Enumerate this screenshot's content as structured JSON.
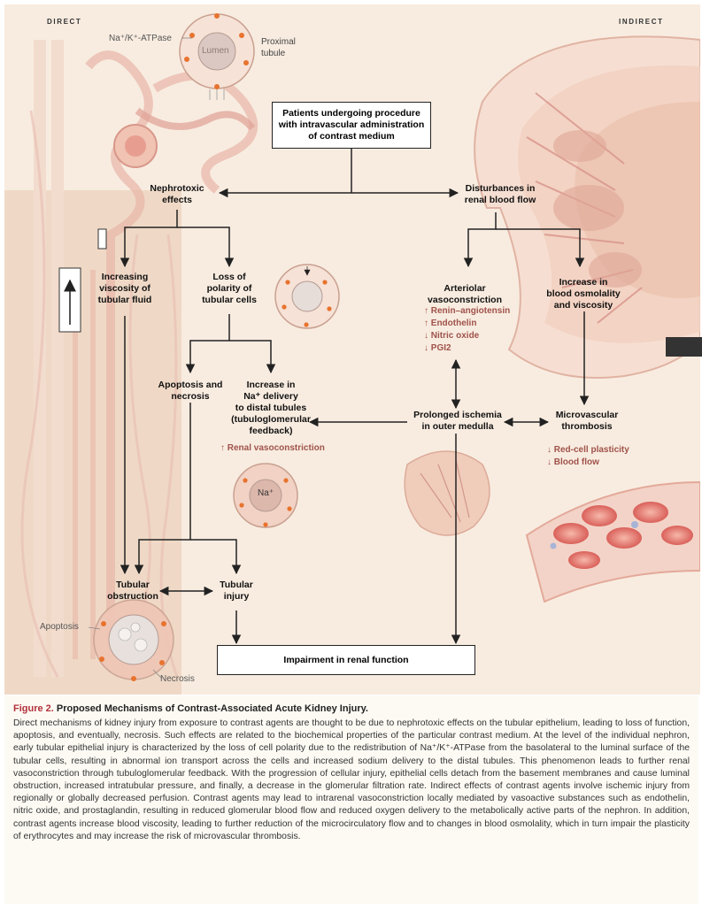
{
  "corner_labels": {
    "left": "DIRECT",
    "right": "INDIRECT"
  },
  "anatomy_labels": {
    "atpase": "Na⁺/K⁺-ATPase",
    "lumen": "Lumen",
    "proximal_tubule": "Proximal\ntubule",
    "na_plus": "Na⁺",
    "apoptosis": "Apoptosis",
    "necrosis": "Necrosis"
  },
  "nodes": {
    "patients": "Patients undergoing procedure\nwith intravascular administration\nof contrast medium",
    "nephrotoxic": "Nephrotoxic\neffects",
    "disturbances": "Disturbances in\nrenal blood flow",
    "viscosity_tubular": "Increasing\nviscosity of\ntubular fluid",
    "loss_polarity": "Loss of\npolarity of\ntubular cells",
    "arteriolar": "Arteriolar\nvasoconstriction",
    "osmolality": "Increase in\nblood osmolality\nand viscosity",
    "apoptosis_necrosis": "Apoptosis and\nnecrosis",
    "na_delivery": "Increase in\nNa⁺ delivery\nto distal tubules\n(tubuloglomerular\nfeedback)",
    "ischemia": "Prolonged ischemia\nin outer medulla",
    "thrombosis": "Microvascular\nthrombosis",
    "obstruction": "Tubular\nobstruction",
    "injury": "Tubular\ninjury",
    "impairment": "Impairment in renal function"
  },
  "sublists": {
    "vaso": [
      "↑ Renin–angiotensin",
      "↑ Endothelin",
      "↓ Nitric oxide",
      "↓ PGI2"
    ],
    "renal_vaso": "↑ Renal vasoconstriction",
    "thrombo": [
      "↓ Red-cell plasticity",
      "↓ Blood flow"
    ]
  },
  "caption": {
    "figure_label": "Figure 2.",
    "title": "Proposed Mechanisms of Contrast-Associated Acute Kidney Injury.",
    "body": "Direct mechanisms of kidney injury from exposure to contrast agents are thought to be due to nephrotoxic effects on the tubular epithelium, leading to loss of function, apoptosis, and eventually, necrosis. Such effects are related to the biochemical properties of the particular contrast medium. At the level of the individual nephron, early tubular epithelial injury is characterized by the loss of cell polarity due to the redistribution of Na⁺/K⁺-ATPase from the basolateral to the luminal surface of the tubular cells, resulting in abnormal ion transport across the cells and increased sodium delivery to the distal tubules. This phenomenon leads to further renal vasoconstriction through tubuloglomerular feedback. With the progression of cellular injury, epithelial cells detach from the basement membranes and cause luminal obstruction, increased intratubular pressure, and finally, a decrease in the glomerular filtration rate. Indirect effects of contrast agents involve ischemic injury from regionally or globally decreased perfusion. Contrast agents may lead to intrarenal vasoconstriction locally mediated by vasoactive substances such as endothelin, nitric oxide, and prostaglandin, resulting in reduced glomerular blood flow and reduced oxygen delivery to the metabolically active parts of the nephron. In addition, contrast agents increase blood viscosity, leading to further reduction of the microcirculatory flow and to changes in blood osmolality, which in turn impair the plasticity of erythrocytes and may increase the risk of microvascular thrombosis."
  },
  "colors": {
    "background": "#f8ece0",
    "accent_red": "#b3303a",
    "sublist_text": "#a0524a",
    "nephron": "#e8b5a8",
    "kidney": "#f0c7b6",
    "cells_orange": "#e8732e"
  }
}
